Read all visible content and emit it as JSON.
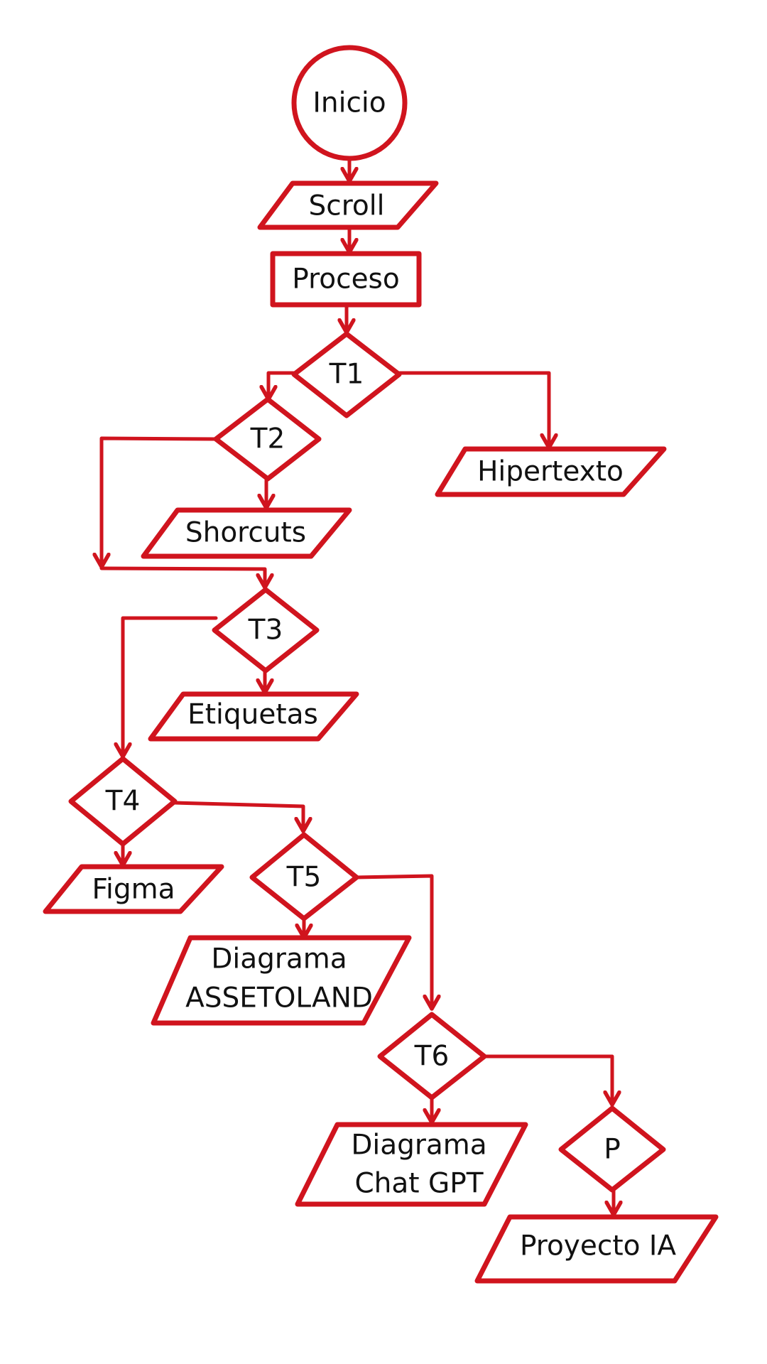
{
  "diagram": {
    "stroke_color": "#d0141e",
    "text_color": "#111111",
    "background": "#ffffff",
    "nodes": {
      "inicio": {
        "shape": "circle",
        "label": "Inicio"
      },
      "scroll": {
        "shape": "parallelogram",
        "label": "Scroll"
      },
      "proceso": {
        "shape": "rectangle",
        "label": "Proceso"
      },
      "t1": {
        "shape": "diamond",
        "label": "T1"
      },
      "hipertexto": {
        "shape": "parallelogram",
        "label": "Hipertexto"
      },
      "t2": {
        "shape": "diamond",
        "label": "T2"
      },
      "shorcuts": {
        "shape": "parallelogram",
        "label": "Shorcuts"
      },
      "t3": {
        "shape": "diamond",
        "label": "T3"
      },
      "etiquetas": {
        "shape": "parallelogram",
        "label": "Etiquetas"
      },
      "t4": {
        "shape": "diamond",
        "label": "T4"
      },
      "figma": {
        "shape": "parallelogram",
        "label": "Figma"
      },
      "t5": {
        "shape": "diamond",
        "label": "T5"
      },
      "assetoland": {
        "shape": "parallelogram",
        "label_line1": "Diagrama",
        "label_line2": "ASSETOLAND"
      },
      "t6": {
        "shape": "diamond",
        "label": "T6"
      },
      "chatgpt": {
        "shape": "parallelogram",
        "label_line1": "Diagrama",
        "label_line2": "Chat GPT"
      },
      "p": {
        "shape": "diamond",
        "label": "P"
      },
      "proyecto": {
        "shape": "parallelogram",
        "label": "Proyecto IA"
      }
    },
    "edges": [
      {
        "from": "Inicio",
        "to": "Scroll"
      },
      {
        "from": "Scroll",
        "to": "Proceso"
      },
      {
        "from": "Proceso",
        "to": "T1"
      },
      {
        "from": "T1",
        "to": "T2"
      },
      {
        "from": "T1",
        "to": "Hipertexto"
      },
      {
        "from": "T2",
        "to": "Shorcuts"
      },
      {
        "from": "T2",
        "to": "T3"
      },
      {
        "from": "T3",
        "to": "Etiquetas"
      },
      {
        "from": "T3",
        "to": "T4"
      },
      {
        "from": "T4",
        "to": "Figma"
      },
      {
        "from": "T4",
        "to": "T5"
      },
      {
        "from": "T5",
        "to": "Diagrama ASSETOLAND"
      },
      {
        "from": "T5",
        "to": "T6"
      },
      {
        "from": "T6",
        "to": "Diagrama Chat GPT"
      },
      {
        "from": "T6",
        "to": "P"
      },
      {
        "from": "P",
        "to": "Proyecto IA"
      }
    ]
  }
}
